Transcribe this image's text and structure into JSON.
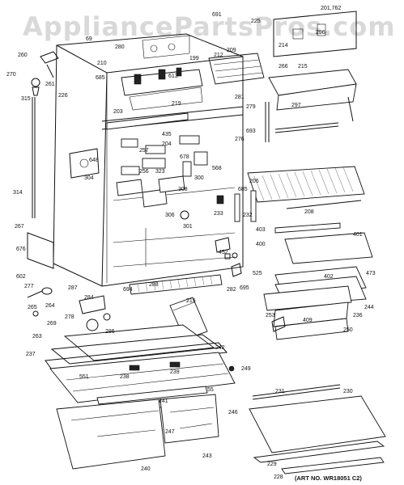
{
  "watermark": "AppliancePartsPros.com",
  "art_number": "(ART NO. WR18051 C2)",
  "part_labels": [
    "691",
    "201,762",
    "225",
    "296",
    "214",
    "212",
    "209",
    "266",
    "215",
    "297",
    "260",
    "270",
    "315",
    "261",
    "226",
    "69",
    "280",
    "210",
    "613",
    "199",
    "685",
    "203",
    "219",
    "281",
    "279",
    "276",
    "693",
    "435",
    "204",
    "257",
    "568",
    "648",
    "678",
    "256",
    "323",
    "300",
    "304",
    "308",
    "306",
    "301",
    "314",
    "267",
    "676",
    "602",
    "277",
    "265",
    "264",
    "287",
    "284",
    "288",
    "694",
    "215",
    "278",
    "286",
    "269",
    "263",
    "237",
    "238",
    "239",
    "242",
    "249",
    "551",
    "241",
    "55",
    "246",
    "247",
    "240",
    "243",
    "206",
    "208",
    "685",
    "233",
    "232",
    "403",
    "401",
    "400",
    "402",
    "473",
    "452",
    "282",
    "695",
    "525",
    "244",
    "236",
    "253",
    "409",
    "250",
    "231",
    "230",
    "229",
    "228"
  ]
}
